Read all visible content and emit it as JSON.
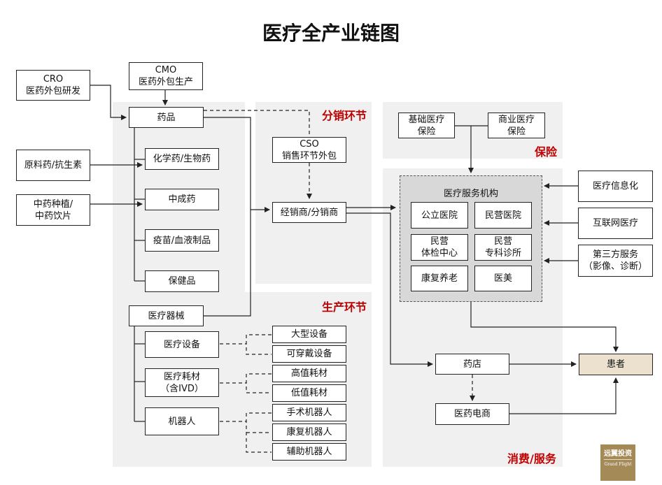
{
  "title": "医疗全产业链图",
  "regions": {
    "production": "生产环节",
    "distribution": "分销环节",
    "insurance": "保险",
    "consumption": "消费/服务"
  },
  "nodes": {
    "cro": "CRO\n医药外包研发",
    "cmo": "CMO\n医药外包生产",
    "drugs": "药品",
    "raw": "原料药/抗生素",
    "tcm_plant": "中药种植/\n中药饮片",
    "chem": "化学药/生物药",
    "cpm": "中成药",
    "vaccine": "疫苗/血液制品",
    "health": "保健品",
    "device": "医疗器械",
    "equip": "医疗设备",
    "consum": "医疗耗材\n（含IVD）",
    "robot": "机器人",
    "large_eq": "大型设备",
    "wearable": "可穿戴设备",
    "high_val": "高值耗材",
    "low_val": "低值耗材",
    "surg_robot": "手术机器人",
    "rehab_robot": "康复机器人",
    "aux_robot": "辅助机器人",
    "cso": "CSO\n销售环节外包",
    "dealer": "经销商/分销商",
    "basic_ins": "基础医疗\n保险",
    "comm_ins": "商业医疗\n保险",
    "service_org": "医疗服务机构",
    "public_hosp": "公立医院",
    "private_hosp": "民营医院",
    "checkup": "民营\n体检中心",
    "clinic": "民营\n专科诊所",
    "rehab_care": "康复养老",
    "beauty": "医美",
    "info": "医疗信息化",
    "internet": "互联网医疗",
    "third_party": "第三方服务\n（影像、诊断）",
    "pharmacy": "药店",
    "ecommerce": "医药电商",
    "patient": "患者"
  },
  "logo": {
    "cn": "远翼投资",
    "en": "Grand Flight"
  }
}
